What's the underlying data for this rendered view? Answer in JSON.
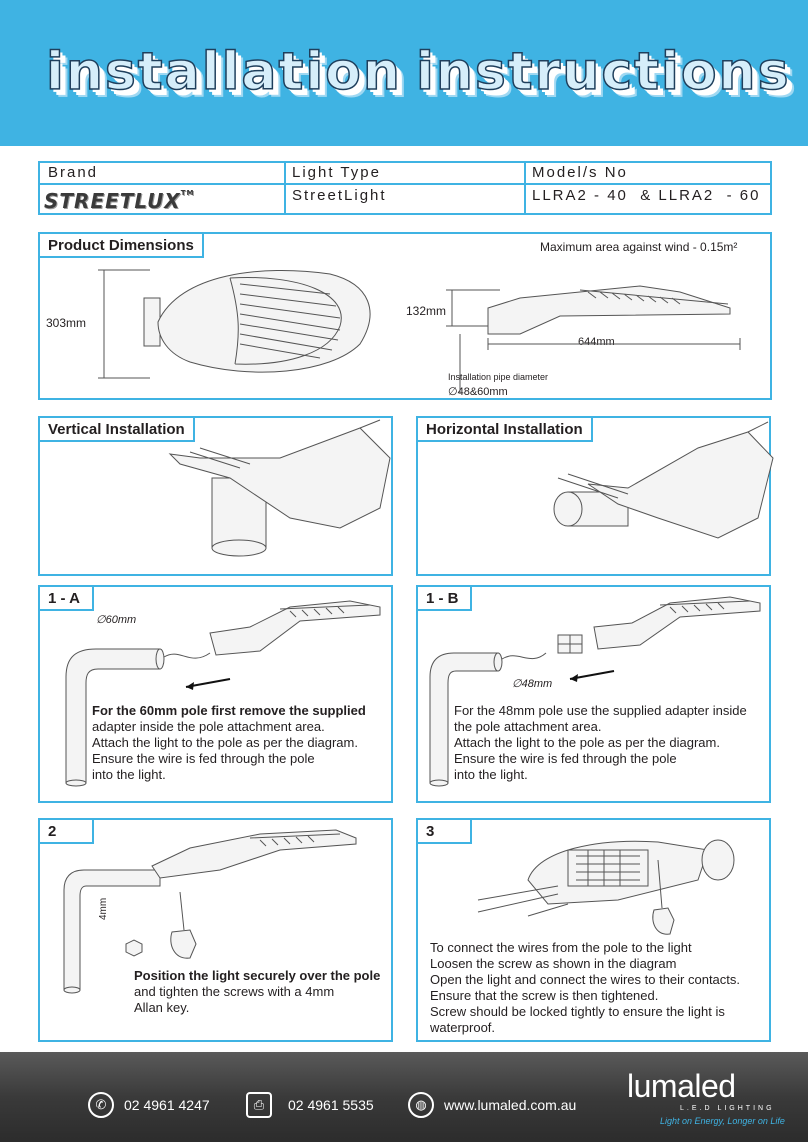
{
  "header": {
    "word1": "installation",
    "word2": "instructions"
  },
  "info": {
    "brand_label": "Brand",
    "brand_logo": "STREETLUX",
    "brand_tm": "TM",
    "type_label": "Light Type",
    "type_value": "StreetLight",
    "model_label": "Model/s No",
    "model_value": "LLRA2 - 40  & LLRA2  - 60"
  },
  "dimensions": {
    "title": "Product Dimensions",
    "wind": "Maximum area against wind - 0.15m²",
    "width": "303mm",
    "height": "132mm",
    "length": "644mm",
    "pipe_label": "Installation pipe diameter",
    "pipe_value": "∅48&60mm"
  },
  "vertical": {
    "title": "Vertical Installation"
  },
  "horizontal": {
    "title": "Horizontal Installation"
  },
  "step1a": {
    "title": "1 - A",
    "dia": "∅60mm",
    "lead": "For the 60mm pole first remove the supplied",
    "l2": "adapter inside the pole attachment area.",
    "l3": "Attach the light to the pole as per the diagram.",
    "l4": "Ensure the wire is fed through the pole",
    "l5": "into the light."
  },
  "step1b": {
    "title": "1 - B",
    "dia": "∅48mm",
    "l1": "For the 48mm pole use the supplied adapter inside",
    "l2": "the pole attachment area.",
    "l3": "Attach the light to the pole as per the diagram.",
    "l4": "Ensure the wire is fed through the pole",
    "l5": "into the light."
  },
  "step2": {
    "title": "2",
    "key": "4mm",
    "lead": "Position the light securely over the pole",
    "l2": "and tighten the screws with a 4mm",
    "l3": "Allan key."
  },
  "step3": {
    "title": "3",
    "l1": "To connect the wires from the pole to the light",
    "l2": "Loosen the screw as shown in the diagram",
    "l3": "Open the light and connect the wires to their contacts.",
    "l4": "Ensure that the screw is then tightened.",
    "l5": "Screw should be locked tightly to ensure the light is",
    "l6": "waterproof."
  },
  "footer": {
    "phone": "02 4961 4247",
    "fax": "02 4961 5535",
    "web": "www.lumaled.com.au",
    "phone_icon": "phone-icon",
    "fax_icon": "fax-icon",
    "web_icon": "globe-icon",
    "logo": "lumaled",
    "logo_sub": "L.E.D LIGHTING",
    "tagline": "Light on Energy, Longer on Life"
  },
  "colors": {
    "accent": "#3fb3e3",
    "footer": "#3b3b3b",
    "text": "#231f20"
  }
}
